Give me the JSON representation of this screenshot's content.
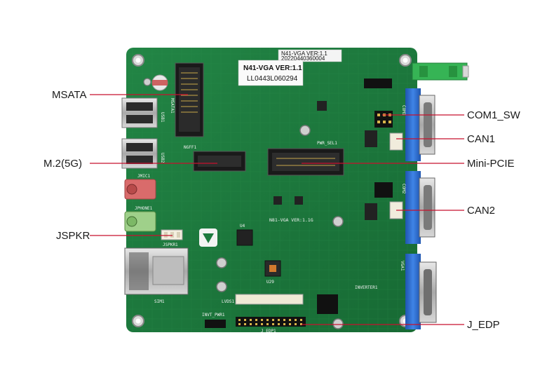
{
  "callouts": {
    "msata": "MSATA",
    "m2": "M.2(5G)",
    "jspkr": "JSPKR",
    "com1_sw": "COM1_SW",
    "can1": "CAN1",
    "mini_pcie": "Mini-PCIE",
    "can2": "CAN2",
    "j_edp": "J_EDP"
  },
  "board": {
    "sticker_top_line1": "N41-VGA VER:1.1",
    "sticker_top_line2": "20220440360004",
    "sticker_main_line1": "N41-VGA VER:1.1",
    "sticker_main_line2": "LL0443L060294",
    "silk_model": "N81-VGA VER:1.1G",
    "silk_msata": "MSATA1",
    "silk_ngff": "NGFF1",
    "silk_usb1": "USB1",
    "silk_usb2": "USB2",
    "silk_jmic": "JMIC1",
    "silk_jphone": "JPHONE1",
    "silk_jspkr": "JSPKR1",
    "silk_sim": "SIM1",
    "silk_lvds": "LVDS1",
    "silk_jedp": "J_EDP1",
    "silk_invt": "INVT_PWR1",
    "silk_inverter": "INVERTER1",
    "silk_com1": "COM1",
    "silk_com2": "COM2",
    "silk_vga": "VGA1",
    "silk_pwr_sel": "PWR_SEL1",
    "silk_u4": "U4",
    "silk_u29": "U29"
  },
  "colors": {
    "pcb": "#1d7a3e",
    "pcb_dark": "#145c2c",
    "leader": "#c8102e",
    "db9_blue": "#2f6fd0",
    "terminal_green": "#2fb34f"
  }
}
